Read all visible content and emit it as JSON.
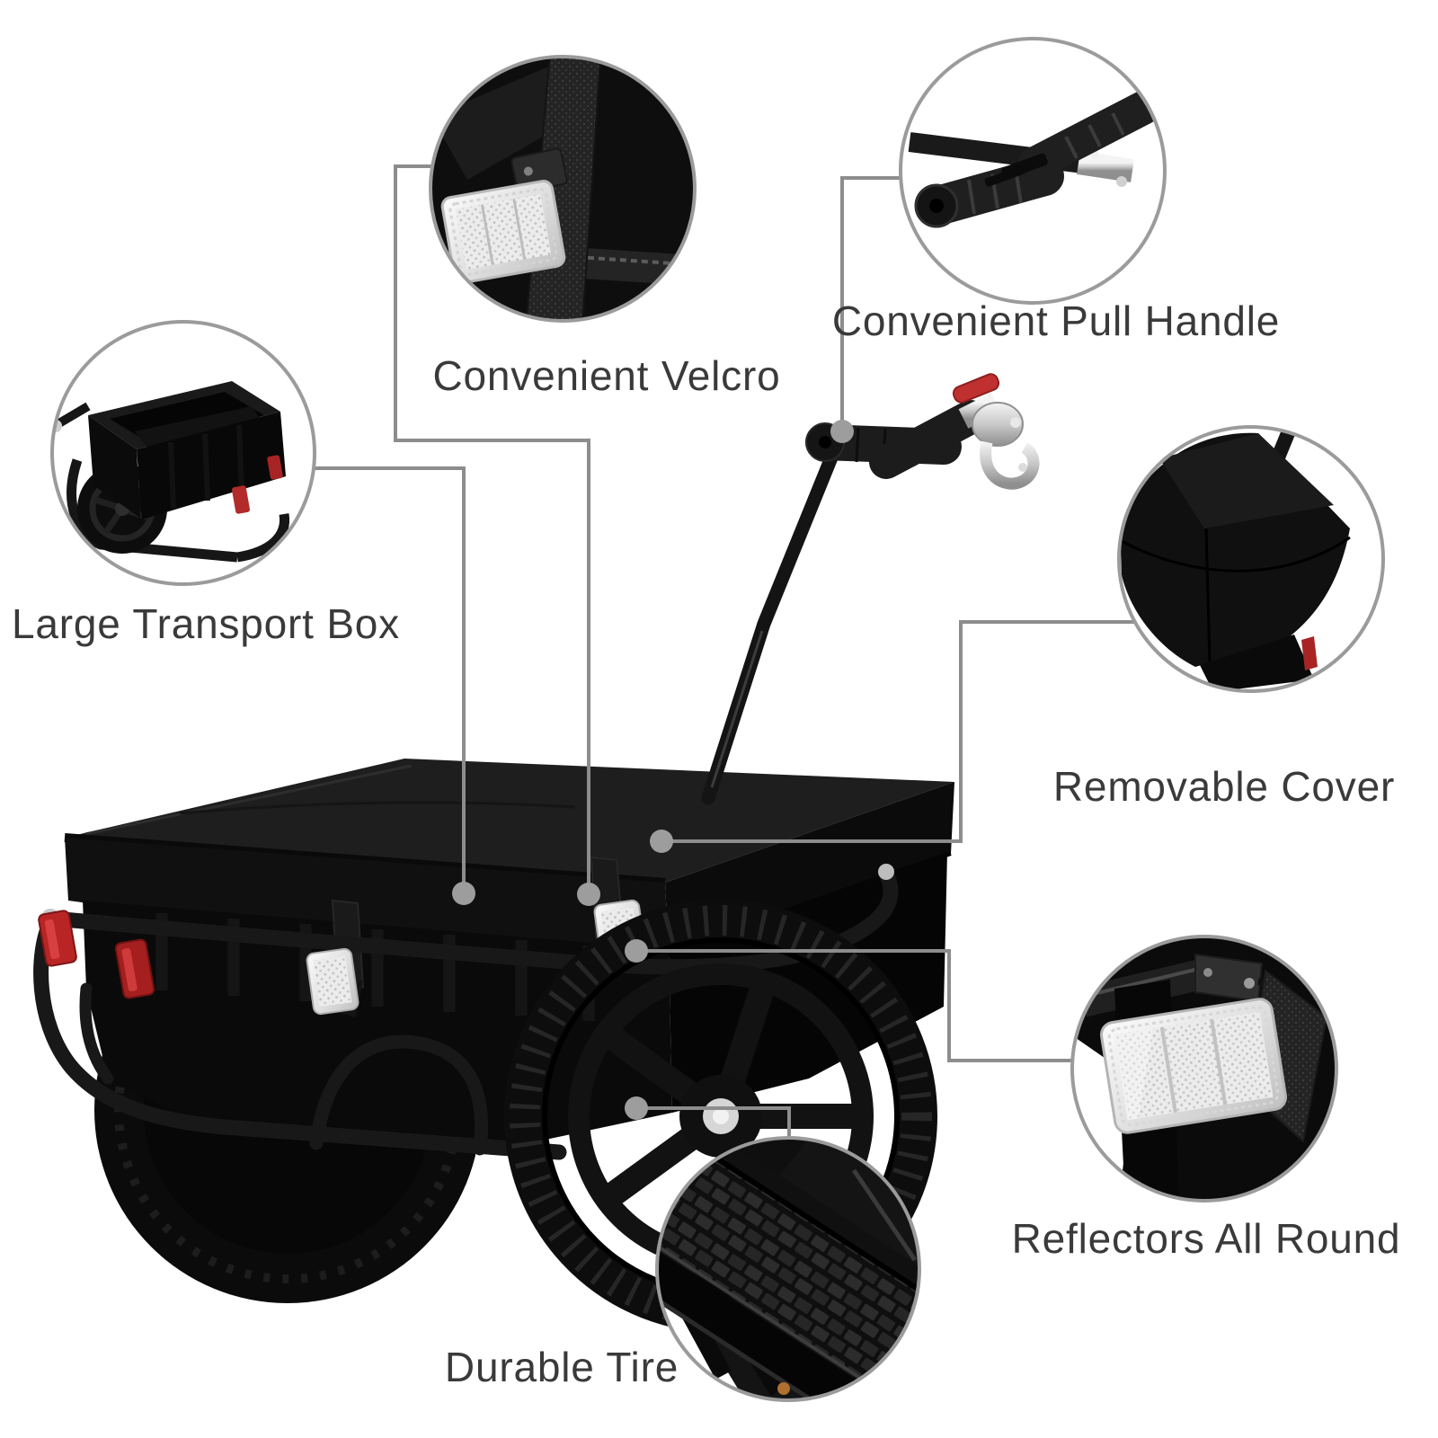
{
  "page": {
    "background_color": "#ffffff",
    "description": "Product feature callout diagram of a black bicycle cargo trailer hand cart with six zoom-detail circles"
  },
  "styles": {
    "label_text_color": "#3a3a3a",
    "leader_line_color": "#8d8d8d",
    "callout_ring_color": "#9b9b9b",
    "product_black": "#0d0d0d",
    "accent_red": "#b92525",
    "reflector_white": "#e9e9e9",
    "metal_silver": "#c9c9c9"
  },
  "callouts": [
    {
      "id": "convenient-velcro",
      "label": "Convenient Velcro"
    },
    {
      "id": "convenient-pull-handle",
      "label": "Convenient Pull Handle"
    },
    {
      "id": "large-transport-box",
      "label": "Large Transport Box"
    },
    {
      "id": "removable-cover",
      "label": "Removable Cover"
    },
    {
      "id": "reflectors-all-round",
      "label": "Reflectors All Round"
    },
    {
      "id": "durable-tire",
      "label": "Durable Tire"
    }
  ]
}
